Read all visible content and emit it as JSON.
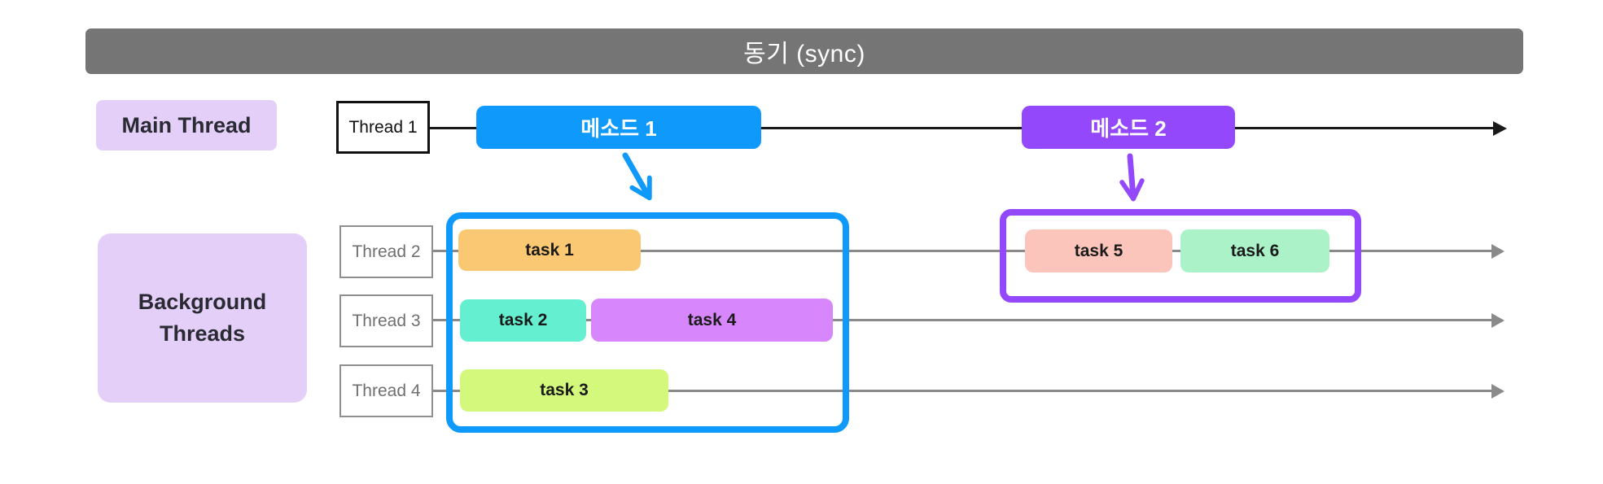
{
  "diagram": {
    "title": "동기 (sync)"
  },
  "main_thread": {
    "label": "Main Thread",
    "thread_name": "Thread 1",
    "methods": [
      {
        "label": "메소드 1",
        "color": "#0f9afb"
      },
      {
        "label": "메소드 2",
        "color": "#9448fb"
      }
    ]
  },
  "background": {
    "label_lines": [
      "Background",
      "Threads"
    ],
    "threads": [
      {
        "name": "Thread 2"
      },
      {
        "name": "Thread 3"
      },
      {
        "name": "Thread 4"
      }
    ],
    "tasks": [
      {
        "label": "task 1",
        "color": "#fac873",
        "thread": "Thread 2",
        "group": "method1"
      },
      {
        "label": "task 2",
        "color": "#63efd0",
        "thread": "Thread 3",
        "group": "method1"
      },
      {
        "label": "task 3",
        "color": "#d3f87c",
        "thread": "Thread 4",
        "group": "method1"
      },
      {
        "label": "task 4",
        "color": "#d787fb",
        "thread": "Thread 3",
        "group": "method1"
      },
      {
        "label": "task 5",
        "color": "#fbc5bc",
        "thread": "Thread 2",
        "group": "method2"
      },
      {
        "label": "task 6",
        "color": "#acf2c8",
        "thread": "Thread 2",
        "group": "method2"
      }
    ]
  },
  "colors": {
    "title_bar_bg": "#757575",
    "title_text": "#ffffff",
    "row_label_bg": "#e4cff9",
    "method1_blue": "#0f9afb",
    "method2_purple": "#9448fb",
    "timeline_black": "#1a1a1a",
    "timeline_gray": "#8a8a8a",
    "group_outline_blue": "#0f9afb",
    "group_outline_purple": "#9448fb"
  }
}
